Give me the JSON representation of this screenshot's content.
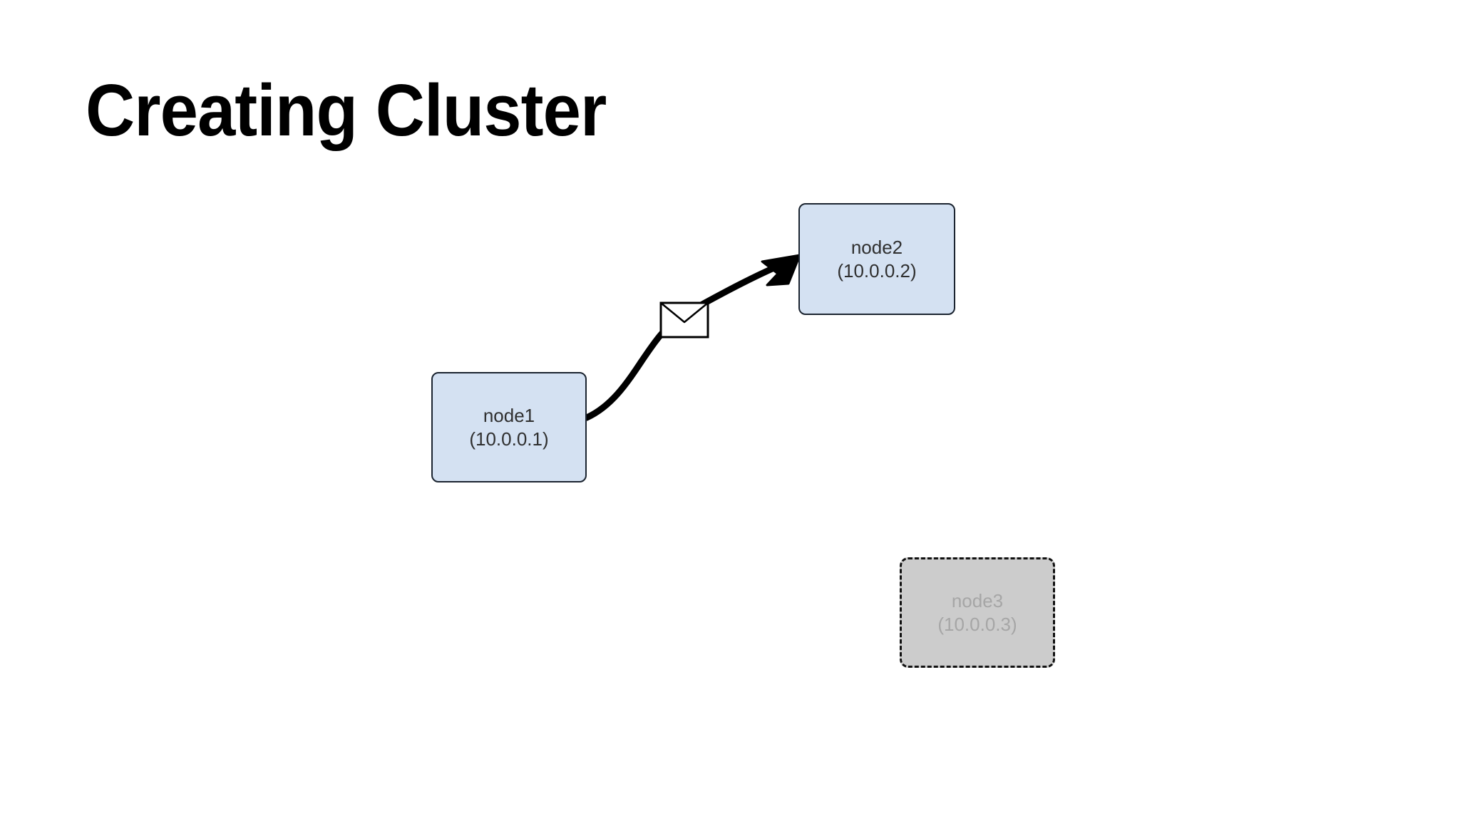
{
  "slide": {
    "title": "Creating Cluster",
    "background_color": "#ffffff"
  },
  "diagram": {
    "type": "node-message-flow",
    "nodes": [
      {
        "id": "node1",
        "name": "node1",
        "address": "(10.0.0.1)",
        "ip": "10.0.0.1",
        "state": "active",
        "fill_color": "#d4e1f2",
        "border_color": "#1b2430",
        "border_style": "solid",
        "text_color": "#2f2f2f"
      },
      {
        "id": "node2",
        "name": "node2",
        "address": "(10.0.0.2)",
        "ip": "10.0.0.2",
        "state": "active",
        "fill_color": "#d4e1f2",
        "border_color": "#1b2430",
        "border_style": "solid",
        "text_color": "#2f2f2f"
      },
      {
        "id": "node3",
        "name": "node3",
        "address": "(10.0.0.3)",
        "ip": "10.0.0.3",
        "state": "pending",
        "fill_color": "#cccccc",
        "border_color": "#111111",
        "border_style": "dashed",
        "text_color": "#a6a6a6"
      }
    ],
    "connections": [
      {
        "id": "node1-to-node2",
        "from": "node1",
        "to": "node2",
        "arrow": "filled-triangle",
        "color": "#000000",
        "icon": "envelope-icon"
      }
    ]
  }
}
